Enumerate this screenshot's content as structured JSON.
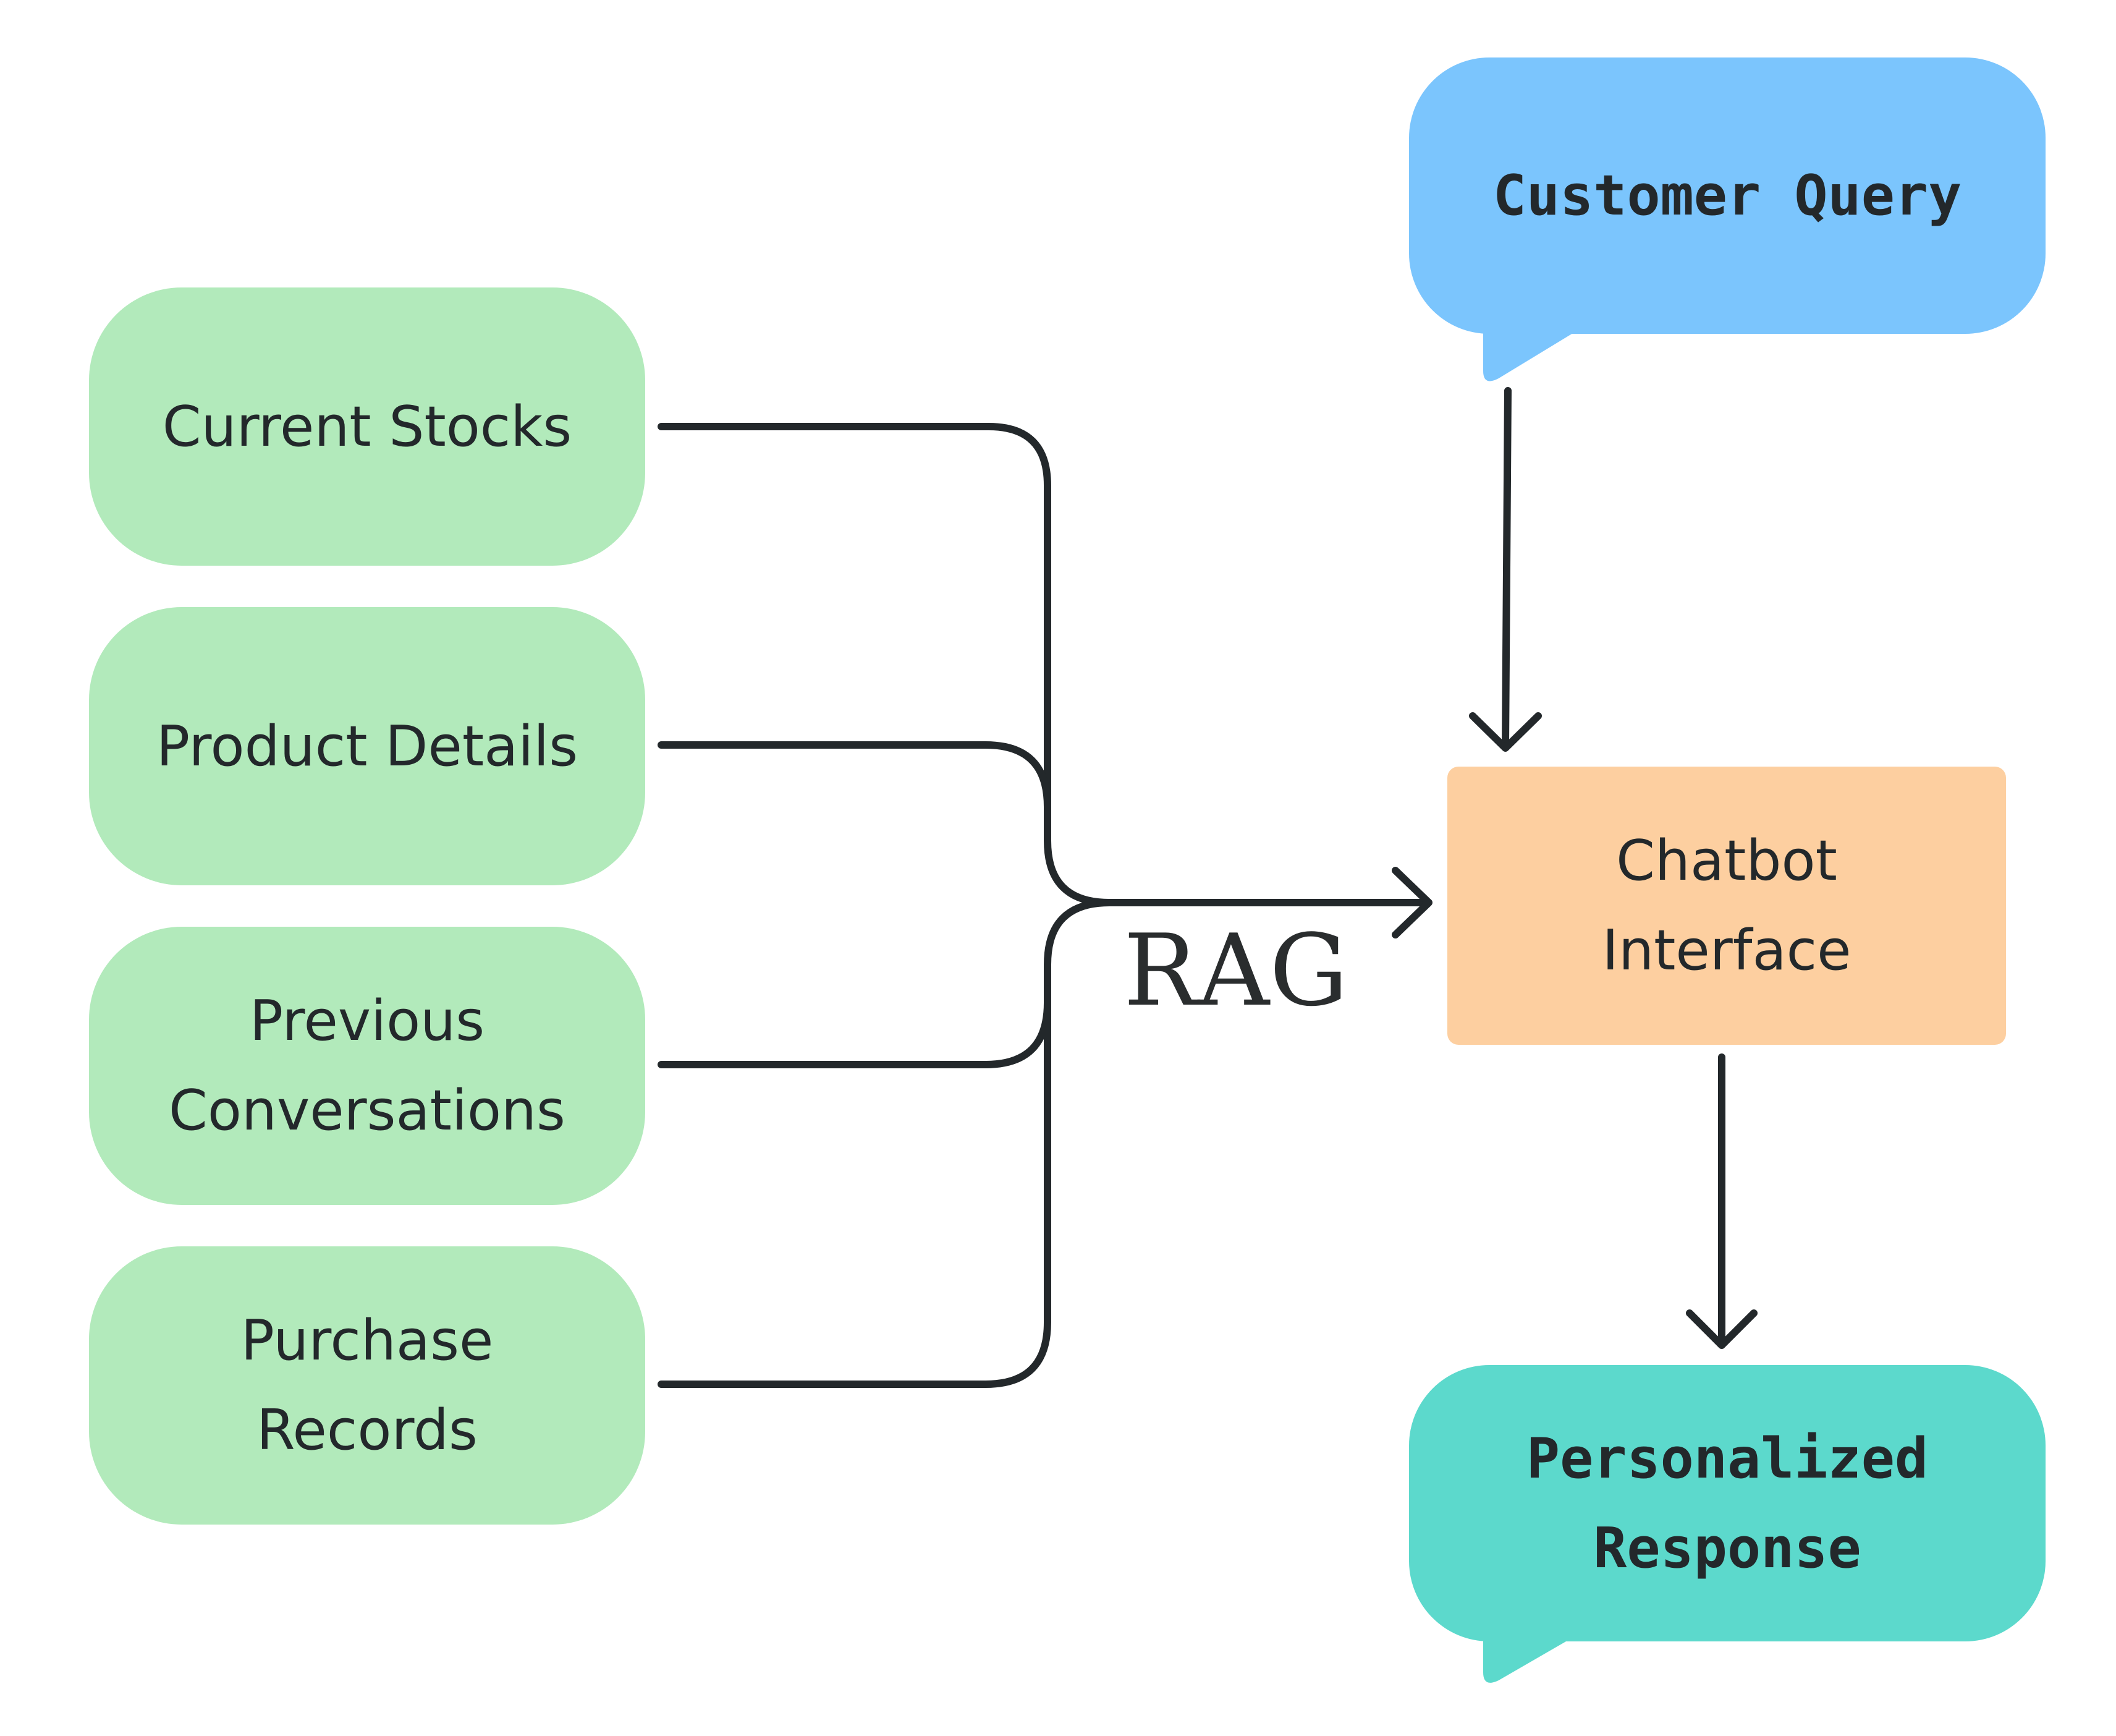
{
  "sources": [
    {
      "id": "current-stocks",
      "lines": [
        "Current Stocks"
      ]
    },
    {
      "id": "product-details",
      "lines": [
        "Product Details"
      ]
    },
    {
      "id": "previous-conversations",
      "lines": [
        "Previous",
        "Conversations"
      ]
    },
    {
      "id": "purchase-records",
      "lines": [
        "Purchase",
        "Records"
      ]
    }
  ],
  "rag_label": "RAG",
  "customer_query": {
    "label": "Customer Query"
  },
  "chatbot": {
    "lines": [
      "Chatbot",
      "Interface"
    ]
  },
  "personalized_response": {
    "lines": [
      "Personalized",
      "Response"
    ]
  },
  "colors": {
    "source_fill": "#b2eabb",
    "query_fill": "#7bc5fd",
    "chatbot_fill": "#fdcfa0",
    "response_fill": "#5cd9cc",
    "stroke": "#23282b"
  }
}
